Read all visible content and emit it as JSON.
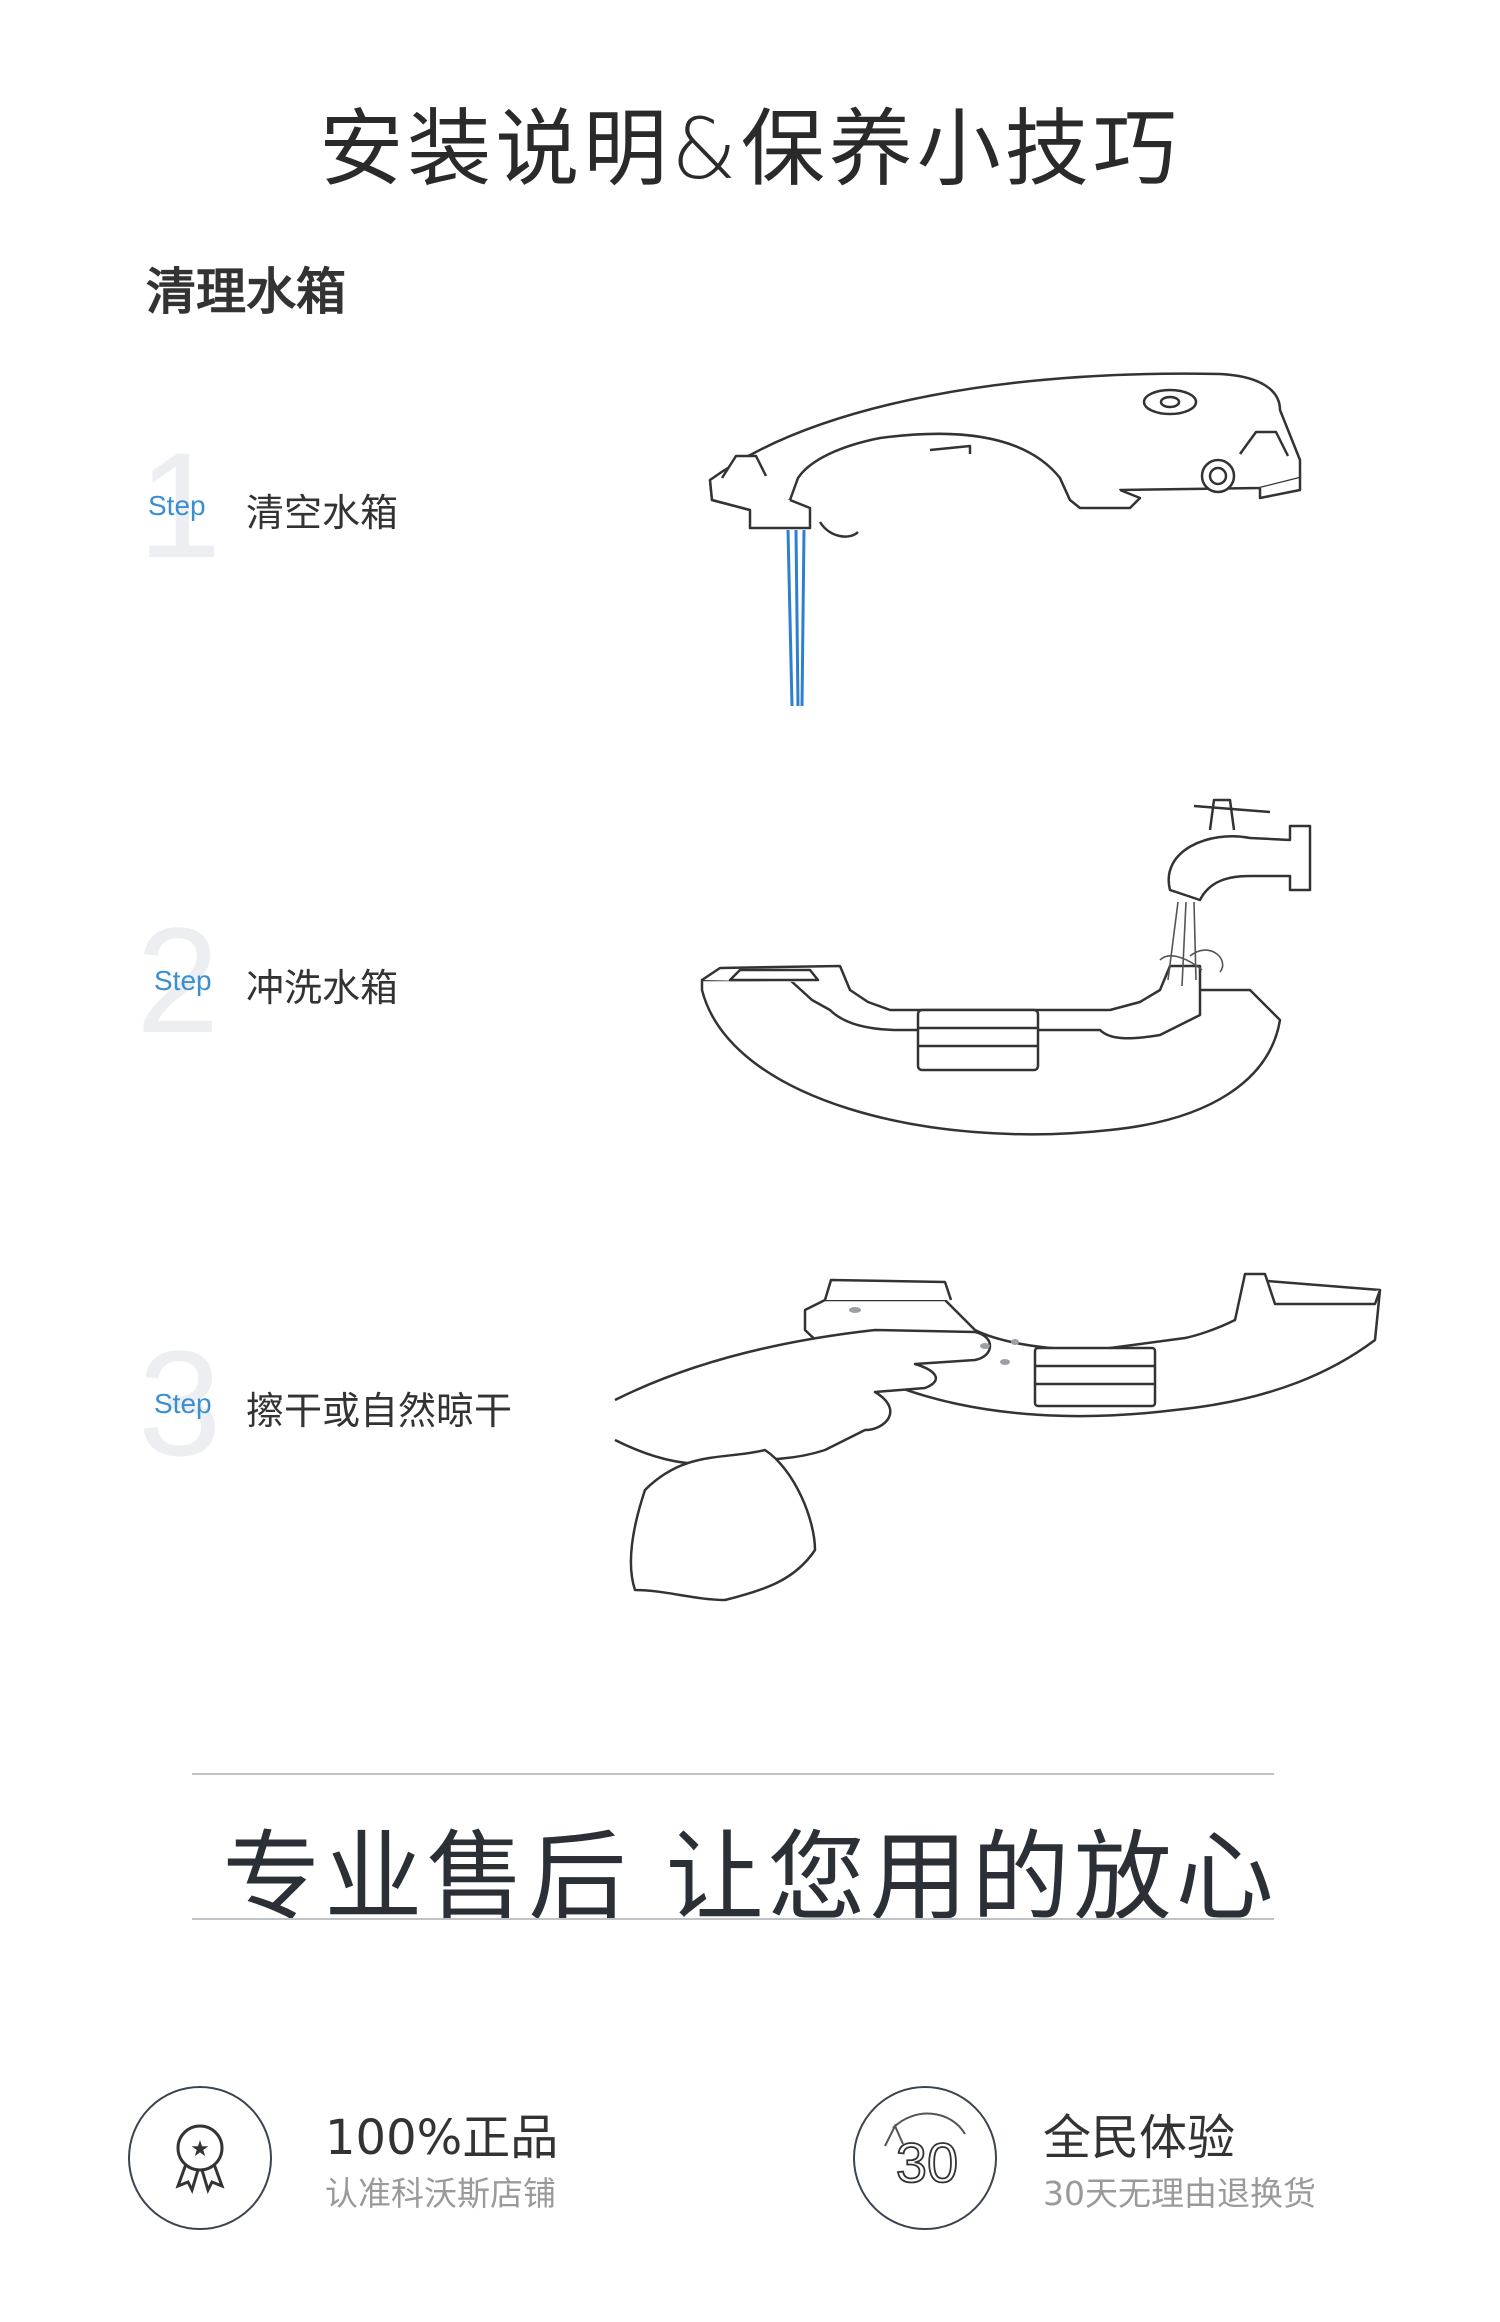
{
  "header": {
    "title": "安装说明&保养小技巧"
  },
  "section": {
    "title": "清理水箱"
  },
  "steps": [
    {
      "number": "1",
      "word": "Step",
      "label": "清空水箱"
    },
    {
      "number": "2",
      "word": "Step",
      "label": "冲洗水箱"
    },
    {
      "number": "3",
      "word": "Step",
      "label": "擦干或自然晾干"
    }
  ],
  "slogan": {
    "text": "专业售后 让您用的放心"
  },
  "badges": [
    {
      "title": "100%正品",
      "subtitle": "认准科沃斯店铺",
      "icon": "award-ribbon-icon"
    },
    {
      "title": "全民体验",
      "subtitle": "30天无理由退换货",
      "icon": "thirty-day-cycle-icon",
      "icon_text": "30"
    }
  ],
  "colors": {
    "accent": "#3a8fd1",
    "text": "#333333",
    "divider": "#bfc3c8"
  }
}
